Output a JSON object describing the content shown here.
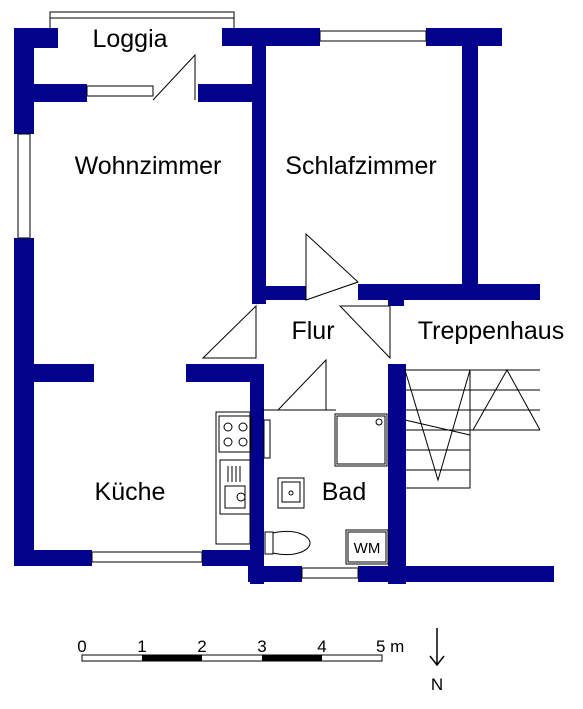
{
  "rooms": {
    "loggia": "Loggia",
    "wohnzimmer": "Wohnzimmer",
    "schlafzimmer": "Schlafzimmer",
    "flur": "Flur",
    "treppenhaus": "Treppenhaus",
    "kueche": "Küche",
    "bad": "Bad"
  },
  "fixtures": {
    "washing_machine": "WM"
  },
  "scale": {
    "ticks": [
      "0",
      "1",
      "2",
      "3",
      "4",
      "5 m"
    ]
  },
  "compass": {
    "label": "N"
  },
  "colors": {
    "wall": "#02028c"
  }
}
